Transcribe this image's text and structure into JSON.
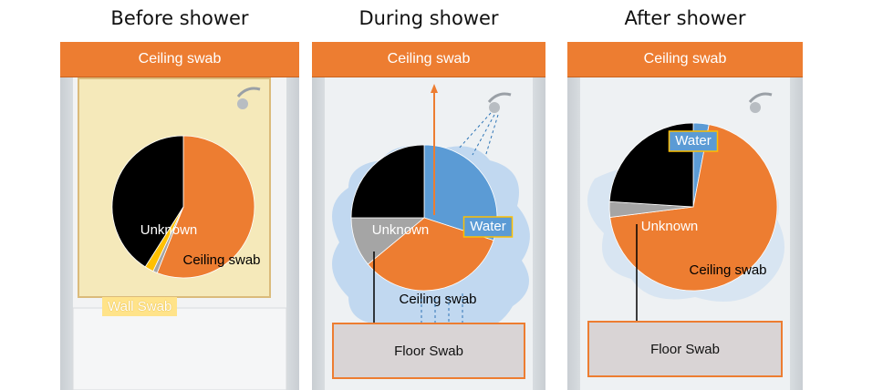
{
  "colors": {
    "ceiling": "#ed7d31",
    "unknown": "#000000",
    "water": "#5b9bd5",
    "wall": "#ffc000",
    "other": "#a5a5a5",
    "floor_bg": "#d9d4d5"
  },
  "labels": {
    "ceiling_swab": "Ceiling swab",
    "floor_swab": "Floor Swab",
    "wall_swab": "Wall Swab"
  },
  "chart_data": [
    {
      "type": "pie",
      "title": "Before shower",
      "slices": [
        {
          "label": "Ceiling swab",
          "value": 56,
          "color": "#ed7d31"
        },
        {
          "label": "",
          "value": 1,
          "color": "#a5a5a5"
        },
        {
          "label": "Wall Swab",
          "value": 2,
          "color": "#ffc000"
        },
        {
          "label": "Unknown",
          "value": 41,
          "color": "#000000"
        }
      ]
    },
    {
      "type": "pie",
      "title": "During shower",
      "slices": [
        {
          "label": "Water",
          "value": 30,
          "color": "#5b9bd5"
        },
        {
          "label": "Ceiling swab",
          "value": 34,
          "color": "#ed7d31"
        },
        {
          "label": "",
          "value": 11,
          "color": "#a5a5a5"
        },
        {
          "label": "Unknown",
          "value": 25,
          "color": "#000000"
        }
      ]
    },
    {
      "type": "pie",
      "title": "After shower",
      "slices": [
        {
          "label": "Water",
          "value": 3,
          "color": "#5b9bd5"
        },
        {
          "label": "Ceiling swab",
          "value": 70,
          "color": "#ed7d31"
        },
        {
          "label": "",
          "value": 3,
          "color": "#a5a5a5"
        },
        {
          "label": "Unknown",
          "value": 24,
          "color": "#000000"
        }
      ]
    }
  ]
}
